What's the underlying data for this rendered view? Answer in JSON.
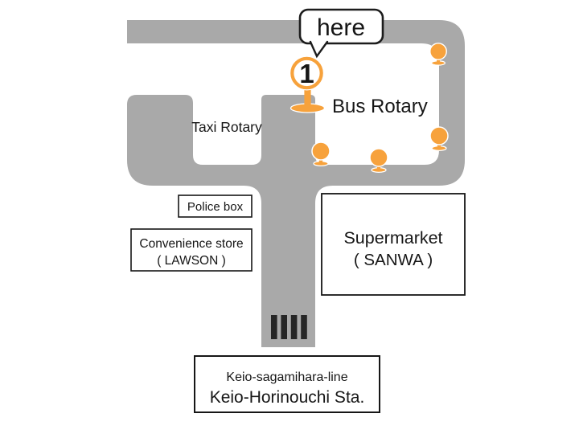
{
  "map": {
    "callout": {
      "text": "here"
    },
    "stop_sign": {
      "number": "1"
    },
    "areas": {
      "bus_rotary": "Bus Rotary",
      "taxi_rotary": "Taxi Rotary"
    },
    "places": {
      "police_box": {
        "label": "Police box"
      },
      "convenience_store": {
        "line1": "Convenience store",
        "line2": "( LAWSON )"
      },
      "supermarket": {
        "line1": "Supermarket",
        "line2": "( SANWA )"
      },
      "station": {
        "line1": "Keio-sagamihara-line",
        "line2": "Keio-Horinouchi Sta."
      }
    },
    "colors": {
      "road_gray": "#a9a9a9",
      "marker_orange": "#f7a23c",
      "railroad_black": "#262626"
    }
  }
}
